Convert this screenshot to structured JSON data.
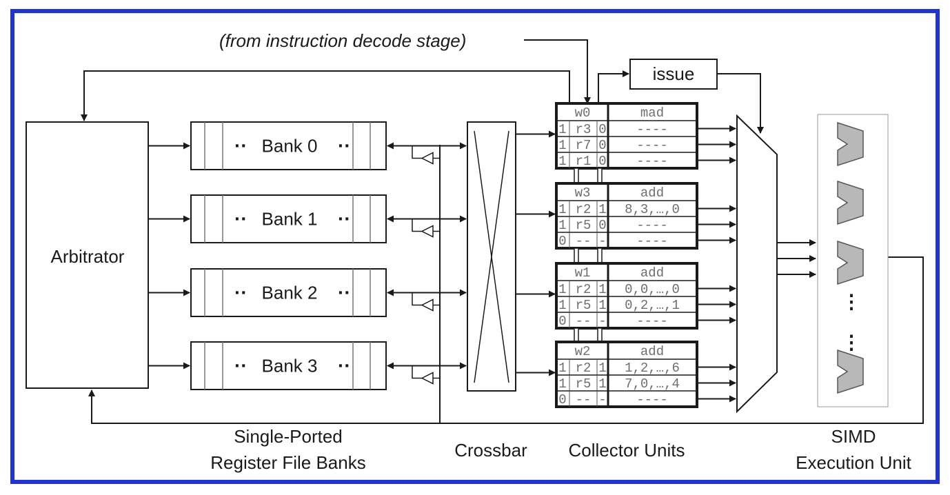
{
  "title_arrow_label": "(from instruction decode stage)",
  "issue_label": "issue",
  "arbitrator_label": "Arbitrator",
  "banks": [
    {
      "label": "Bank 0",
      "dots_left": "··",
      "dots_right": "··"
    },
    {
      "label": "Bank 1",
      "dots_left": "··",
      "dots_right": "··"
    },
    {
      "label": "Bank 2",
      "dots_left": "··",
      "dots_right": "··"
    },
    {
      "label": "Bank 3",
      "dots_left": "··",
      "dots_right": "··"
    }
  ],
  "collector_units": [
    {
      "warp": "w0",
      "op": "mad",
      "rows": [
        {
          "valid": "1",
          "reg": "r3",
          "ready": "0",
          "data": "----"
        },
        {
          "valid": "1",
          "reg": "r7",
          "ready": "0",
          "data": "----"
        },
        {
          "valid": "1",
          "reg": "r1",
          "ready": "0",
          "data": "----"
        }
      ]
    },
    {
      "warp": "w3",
      "op": "add",
      "rows": [
        {
          "valid": "1",
          "reg": "r2",
          "ready": "1",
          "data": "8,3,…,0"
        },
        {
          "valid": "1",
          "reg": "r5",
          "ready": "0",
          "data": "----"
        },
        {
          "valid": "0",
          "reg": "--",
          "ready": "-",
          "data": "----"
        }
      ]
    },
    {
      "warp": "w1",
      "op": "add",
      "rows": [
        {
          "valid": "1",
          "reg": "r2",
          "ready": "1",
          "data": "0,0,…,0"
        },
        {
          "valid": "1",
          "reg": "r5",
          "ready": "1",
          "data": "0,2,…,1"
        },
        {
          "valid": "0",
          "reg": "--",
          "ready": "-",
          "data": "----"
        }
      ]
    },
    {
      "warp": "w2",
      "op": "add",
      "rows": [
        {
          "valid": "1",
          "reg": "r2",
          "ready": "1",
          "data": "1,2,…,6"
        },
        {
          "valid": "1",
          "reg": "r5",
          "ready": "1",
          "data": "7,0,…,4"
        },
        {
          "valid": "0",
          "reg": "--",
          "ready": "-",
          "data": "----"
        }
      ]
    }
  ],
  "simd_dots": [
    "⋮",
    "⋮"
  ],
  "captions": {
    "banks_line1": "Single-Ported",
    "banks_line2": "Register File Banks",
    "crossbar": "Crossbar",
    "collectors": "Collector Units",
    "simd_line1": "SIMD",
    "simd_line2": "Execution Unit"
  },
  "colors": {
    "frame": "#1f33d6",
    "stroke": "#1a1a1a",
    "alu_fill": "#b8b8b8",
    "cell_text": "#6e6e6e"
  }
}
